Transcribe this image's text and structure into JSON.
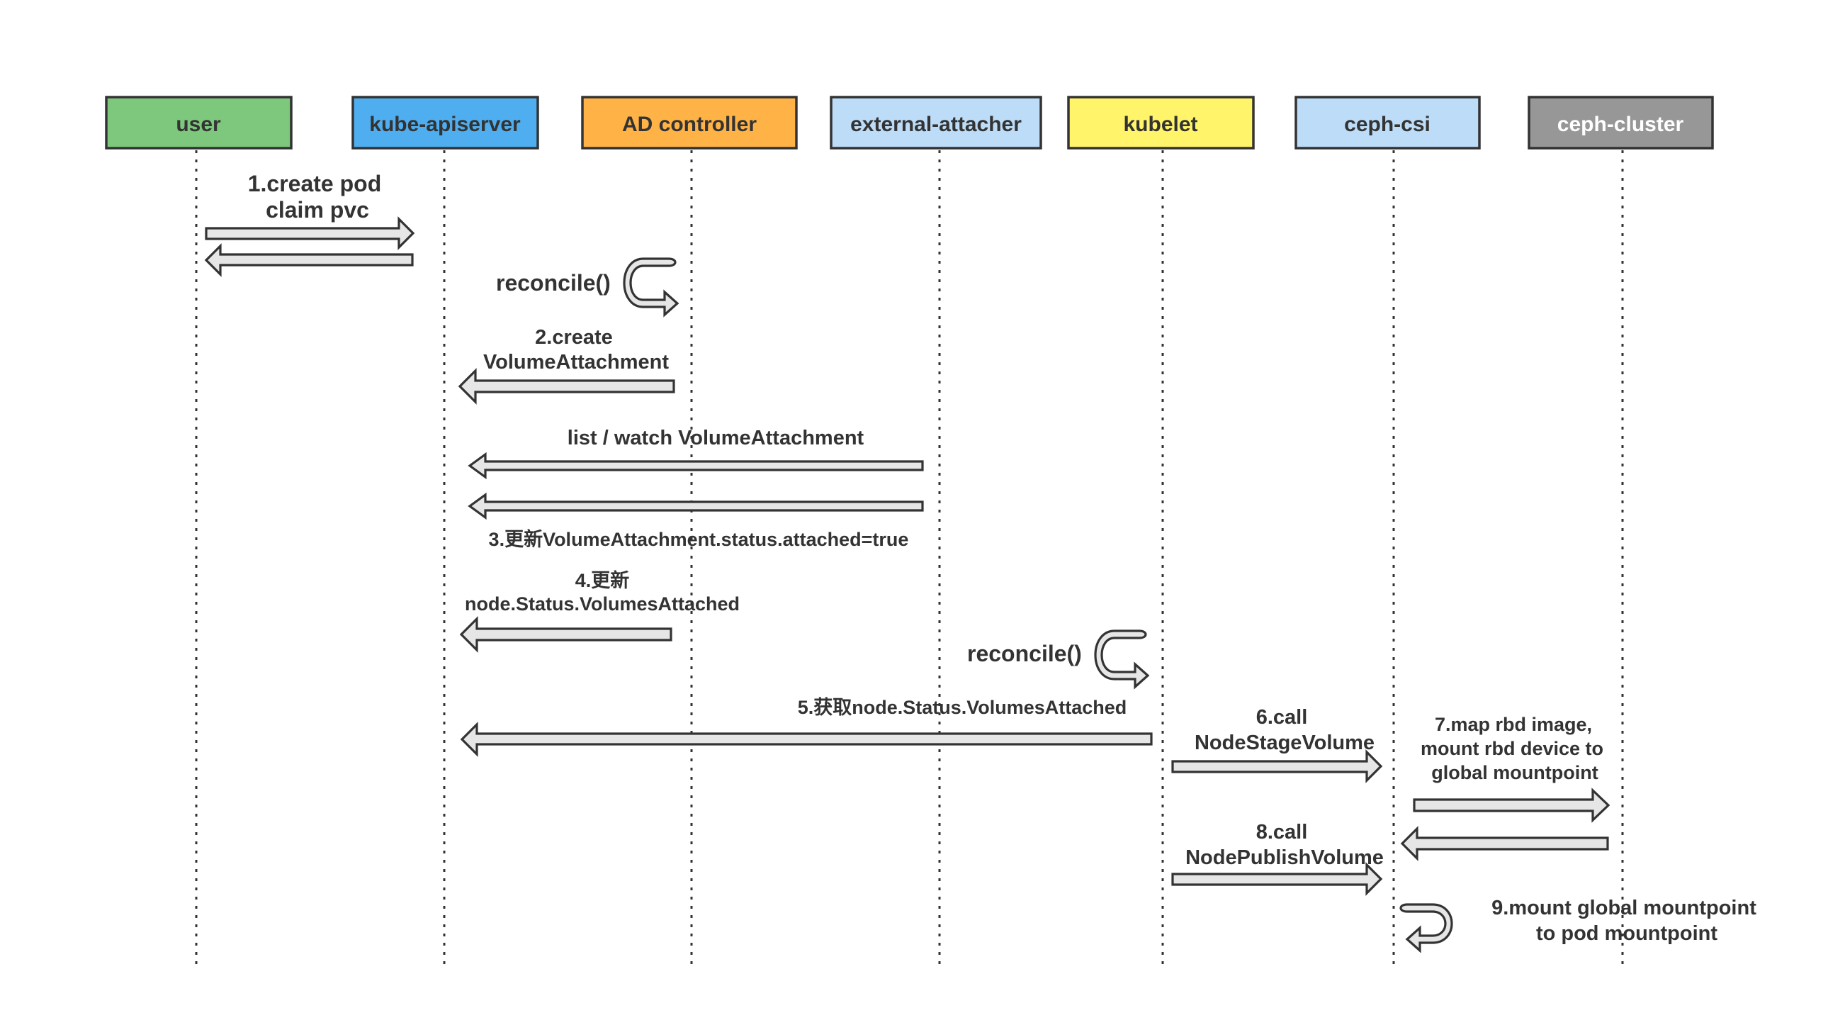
{
  "actors": [
    {
      "label": "user",
      "fill": "#7ec87e",
      "text_color": "#333333"
    },
    {
      "label": "kube-apiserver",
      "fill": "#4faeef",
      "text_color": "#333333"
    },
    {
      "label": "AD controller",
      "fill": "#ffb347",
      "text_color": "#333333"
    },
    {
      "label": "external-attacher",
      "fill": "#bcdcf7",
      "text_color": "#333333"
    },
    {
      "label": "kubelet",
      "fill": "#fff46a",
      "text_color": "#333333"
    },
    {
      "label": "ceph-csi",
      "fill": "#bcdcf7",
      "text_color": "#333333"
    },
    {
      "label": "ceph-cluster",
      "fill": "#979797",
      "text_color": "#ffffff"
    }
  ],
  "messages": {
    "m1": [
      "1.create pod",
      "claim pvc"
    ],
    "reconcile_ad": "reconcile()",
    "m2": [
      "2.create",
      "VolumeAttachment"
    ],
    "list_watch": "list / watch VolumeAttachment",
    "m3": "3.更新VolumeAttachment.status.attached=true",
    "m4": [
      "4.更新",
      "node.Status.VolumesAttached"
    ],
    "reconcile_kubelet": "reconcile()",
    "m5": "5.获取node.Status.VolumesAttached",
    "m6": [
      "6.call",
      "NodeStageVolume"
    ],
    "m7": [
      "7.map rbd image,",
      "mount rbd device to",
      "global mountpoint"
    ],
    "m8": [
      "8.call",
      "NodePublishVolume"
    ],
    "m9": [
      "9.mount global mountpoint",
      "to pod mountpoint"
    ]
  },
  "colors": {
    "line": "#333333",
    "arrow_fill": "#e6e6e6",
    "text": "#333333"
  }
}
